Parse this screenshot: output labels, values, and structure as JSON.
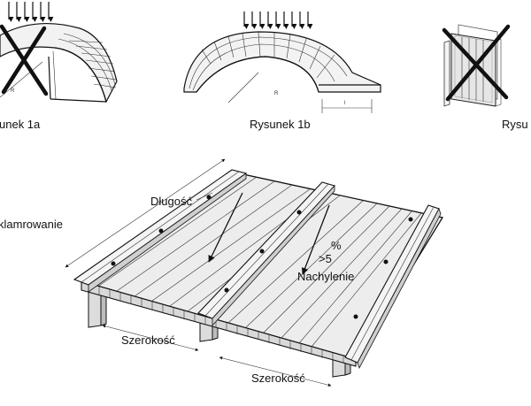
{
  "figures": {
    "fig_1a": {
      "caption": "unek 1a",
      "radius_label": "R",
      "crossed_out": true
    },
    "fig_1b": {
      "caption": "Rysunek 1b",
      "radius_label": "R",
      "length_label": "l",
      "crossed_out": false
    },
    "fig_1c": {
      "caption": "Rysu",
      "crossed_out": true
    }
  },
  "installation": {
    "length_label": "Długość",
    "clamping_label": "klamrowanie",
    "percent_label": "%",
    "slope_value_label": ">5",
    "slope_label": "Nachylenie",
    "width_label_left": "Szerokość",
    "width_label_right": "Szerokość"
  },
  "colors": {
    "line": "#111111",
    "sheet_fill": "#e9e9e9",
    "profile_fill": "#f4f4f4",
    "support_fill": "#dcdcdc",
    "cross": "#111111"
  }
}
